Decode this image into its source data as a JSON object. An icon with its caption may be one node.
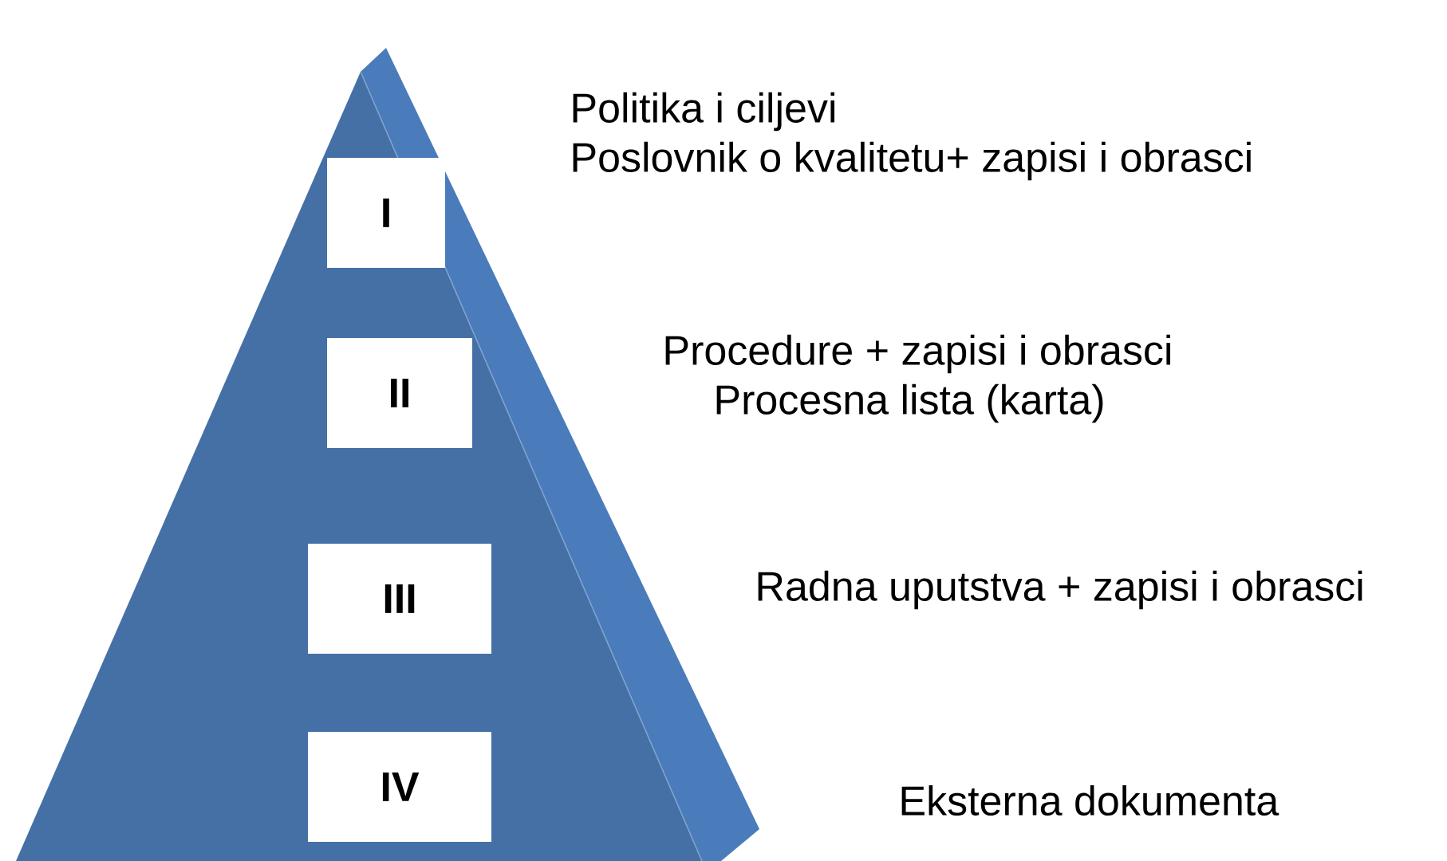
{
  "diagram": {
    "nodes": [
      {
        "text": [],
        "shape": "triangle"
      },
      {
        "text": [
          "I"
        ],
        "in": 0
      },
      {
        "text": [
          "II"
        ],
        "in": 0
      },
      {
        "text": [
          "III"
        ],
        "in": 0
      },
      {
        "text": [
          "IV"
        ],
        "in": 0
      }
    ],
    "labels": [
      "Politika i ciljevi",
      "Poslovnik o kvalitetu+ zapisi i obrasci",
      "Procedure + zapisi i obrasci",
      "Procesna lista (karta)",
      "Radna uputstva + zapisi i obrasci",
      "Eksterna dokumenta"
    ]
  }
}
